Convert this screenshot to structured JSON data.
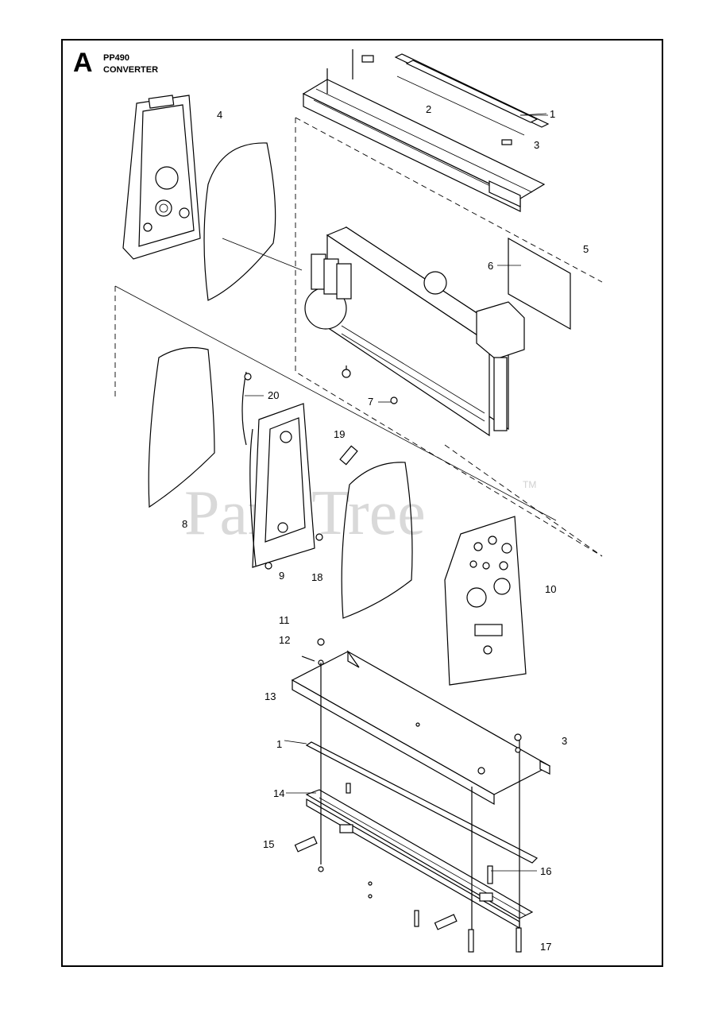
{
  "header": {
    "section_letter": "A",
    "model": "PP490",
    "title": "CONVERTER"
  },
  "watermark": {
    "text": "PartsTree",
    "trademark": "TM"
  },
  "callouts": [
    "1",
    "2",
    "3",
    "4",
    "5",
    "6",
    "7",
    "20",
    "19",
    "8",
    "9",
    "18",
    "10",
    "11",
    "12",
    "13",
    "1",
    "3",
    "14",
    "15",
    "16",
    "17"
  ]
}
